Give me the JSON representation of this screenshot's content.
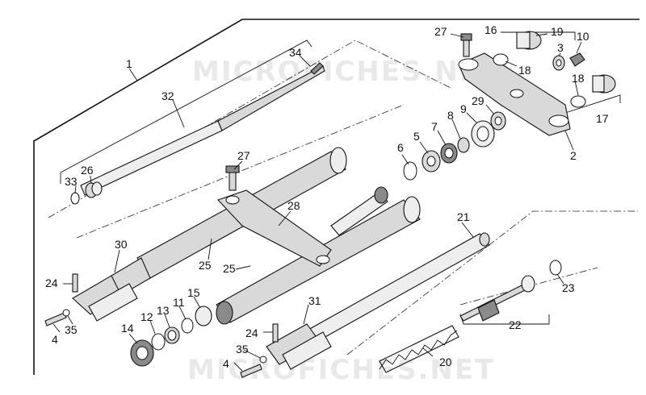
{
  "watermarks": [
    "MICROFICHES.NET",
    "MICROFICHES.NET"
  ],
  "callouts": {
    "c1": "1",
    "c2": "2",
    "c3": "3",
    "c4a": "4",
    "c4b": "4",
    "c5": "5",
    "c6": "6",
    "c7": "7",
    "c8": "8",
    "c9": "9",
    "c10": "10",
    "c11": "11",
    "c12": "12",
    "c13": "13",
    "c14": "14",
    "c15": "15",
    "c16": "16",
    "c17": "17",
    "c18a": "18",
    "c18b": "18",
    "c19": "19",
    "c20": "20",
    "c21": "21",
    "c22": "22",
    "c23": "23",
    "c24a": "24",
    "c24b": "24",
    "c25a": "25",
    "c25b": "25",
    "c26": "26",
    "c27a": "27",
    "c27b": "27",
    "c28": "28",
    "c29": "29",
    "c30": "30",
    "c31": "31",
    "c32": "32",
    "c33": "33",
    "c34": "34",
    "c35a": "35",
    "c35b": "35"
  }
}
